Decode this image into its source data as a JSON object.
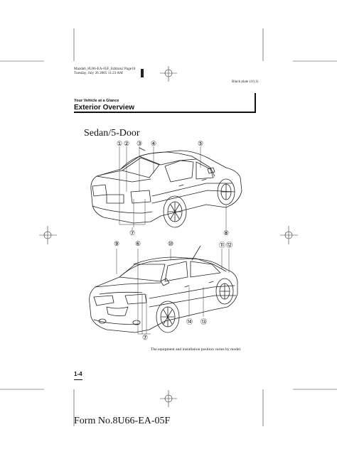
{
  "print_info": {
    "line1": "Mazda6_8U66-EA-05F_Edition2 Page10",
    "line2": "Tuesday, July 26 2005 11:23 AM",
    "plate": "Black plate (10,1)"
  },
  "section": {
    "breadcrumb": "Your Vehicle at a Glance",
    "title": "Exterior Overview"
  },
  "figure": {
    "heading": "Sedan/5-Door",
    "callouts_rear": [
      "①",
      "②",
      "③",
      "④",
      "⑤",
      "⑦",
      "⑧"
    ],
    "callouts_front": [
      "⑨",
      "⑥",
      "⑩",
      "⑪",
      "⑫",
      "⑦",
      "⑭",
      "⑬"
    ],
    "note": "The equipment and installation position varies by model."
  },
  "page_number": "1-4",
  "form_number": "Form No.8U66-EA-05F"
}
